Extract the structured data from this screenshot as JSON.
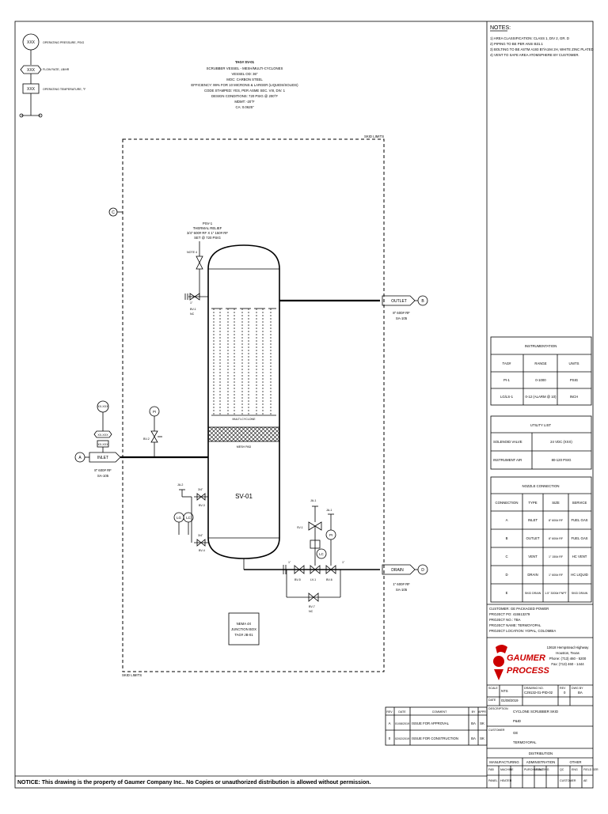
{
  "legend": {
    "pressure": "OPERATING PRESSURE, PSIG",
    "flow": "FLOW RATE, LB/HR",
    "temperature": "OPERATING TEMPERATURE, °F",
    "xxx": "XXX"
  },
  "tag_block": {
    "title": "TAG# SV-01",
    "lines": [
      "SCRUBBER VESSEL - MESH/MULTI-CYCLONES",
      "VESSEL OD: 36\"",
      "MOC: CARBON STEEL",
      "EFFICIENCY: 99% FOR 10 MICRONS & LARGER (LIQUIDS/SOLIDS)",
      "CODE STAMPED: YES, PER ASME SEC. VIII, DIV. 1",
      "DESIGN CONDITIONS: 720 PSIG @ 200°F",
      "MDMT: -20°F",
      "CA: 0.0625\""
    ]
  },
  "skid_labels": {
    "top": "SKID LIMITS",
    "bottom": "SKID LIMITS"
  },
  "psv": {
    "lines": [
      "PSV-1",
      "THERMAL RELIEF",
      "3/4\" 600# RF X 1\" 150# RF",
      "SET @ 720 PSIG"
    ],
    "note": "NOTE 4"
  },
  "vessel": {
    "label": "SV-01",
    "cyclones": "MULTI-CYCLONE",
    "mesh": "MESH PAD"
  },
  "connections": {
    "inlet": {
      "label": "INLET",
      "letter": "A",
      "spec": [
        "8\" 600# RF",
        "SA-105"
      ]
    },
    "outlet": {
      "label": "OUTLET",
      "letter": "B",
      "spec": [
        "8\" 600# RF",
        "SA-105"
      ]
    },
    "drain": {
      "label": "DRAIN",
      "letter": "D",
      "spec": [
        "1\" 600# RF",
        "SA-105"
      ]
    },
    "vent": {
      "letter": "C"
    },
    "skid_drain": {
      "letter": "E"
    }
  },
  "small_labels": {
    "bv1": "BV-1",
    "bv2": "BV-2",
    "bv3": "BV-3",
    "bv4": "BV-4",
    "bv5": "BV-5",
    "bv6": "BV-6",
    "bv7": "BV-7",
    "sv1": "SV-1",
    "lv1": "LV-1",
    "ja1": "JA-1",
    "ja2": "JA-2",
    "nc": "NC",
    "pi1": "PI",
    "lg": "LG",
    "lc": "LC",
    "half": "1/2\"",
    "threequarter": "3/4\"",
    "one": "1\"",
    "xx": "XX-XXX"
  },
  "jbox": {
    "lines": [
      "NEMA 4X",
      "JUNCTION BOX",
      "TAG# JB-01"
    ]
  },
  "notes": {
    "title": "NOTES:",
    "items": [
      "1) AREA CLASSIFICATION: CLASS 1, DIV 2, GR. D",
      "2) PIPING TO BE PER ANSI B31.1",
      "3) BOLTING TO BE ASTM A193 B7/A194 2H, WHITE ZINC PLATED",
      "4) VENT TO SAFE AREA ATOMSPHERE BY CUSTOMER."
    ]
  },
  "instrumentation": {
    "title": "INSTRUMENTATION",
    "headers": [
      "TAG#",
      "RANGE",
      "UNITS"
    ],
    "rows": [
      [
        "PI-1",
        "0-1000",
        "PSIG"
      ],
      [
        "LG/LS-1",
        "0-12 (ALARM @ 10)",
        "INCH"
      ]
    ]
  },
  "utility": {
    "title": "UTILITY LIST",
    "rows": [
      [
        "SOLENOID VALVE",
        "24 VDC (XXX)"
      ],
      [
        "INSTRUMENT AIR",
        "80-120 PSIG"
      ]
    ]
  },
  "nozzle": {
    "title": "NOZZLE CONNECTION",
    "headers": [
      "CONNECTION",
      "TYPE",
      "SIZE",
      "SERVICE"
    ],
    "rows": [
      [
        "A",
        "INLET",
        "8\" 600# RF",
        "FUEL GAS"
      ],
      [
        "B",
        "OUTLET",
        "8\" 600# RF",
        "FUEL GAS"
      ],
      [
        "C",
        "VENT",
        "1\" 150# RF",
        "HC VENT"
      ],
      [
        "D",
        "DRAIN",
        "1\" 600# RF",
        "HC LIQUID"
      ],
      [
        "E",
        "SKID DRAIN",
        "1.5\" 3000# FNPT",
        "SKID DRAIN"
      ]
    ]
  },
  "project": {
    "lines": [
      "CUSTOMER: GE PACKAGED POWER",
      "PROJECT PO: 415513279",
      "PROJECT NO.: TBA",
      "PROJECT NAME: TERMOYOPAL",
      "PROJECT LOCATION: YOPAL, COLOMBIA"
    ]
  },
  "company": {
    "logo_top": "GAUMER",
    "logo_bottom": "PROCESS",
    "address": [
      "13618 Hempstead Highway",
      "Houston, Texas",
      "Phone: (713) 460 - 5200",
      "Fax: (713) 460 - 1444"
    ]
  },
  "title_block": {
    "scale_label": "SCALE",
    "scale": "NTS",
    "drawing_label": "DRAWING NO.",
    "drawing": "C29132-01-PID-02",
    "rev_label": "REV",
    "rev": "0",
    "dwn_label": "DWG BY",
    "dwn": "BA",
    "date_label": "DATE",
    "date": "01/08/2019",
    "description_label": "DESCRIPTION",
    "description": [
      "CYCLONE SCRUBBER SKID",
      "P&ID"
    ],
    "customer_label": "CUSTOMER",
    "customer": [
      "GE",
      "TERMOYOPAL"
    ]
  },
  "revisions": {
    "headers": [
      "REV",
      "DATE",
      "COMMENT",
      "BY",
      "APPR"
    ],
    "rows": [
      [
        "A",
        "01/08/2019",
        "ISSUE FOR APPROVAL",
        "BA",
        "SK"
      ],
      [
        "0",
        "02/02/2019",
        "ISSUE FOR CONSTRUCTION",
        "BA",
        "SK"
      ]
    ]
  },
  "distribution": {
    "title": "DISTRIBUTION",
    "groups": [
      "MANUFACTURING",
      "ADMINISTRATION",
      "OTHER"
    ],
    "row1": [
      "FAB",
      "MACHINE",
      "PURCHASING",
      "ROUTING",
      "QC",
      "ENG",
      "FIELD SER"
    ],
    "row2": [
      "PANEL",
      "HEATER",
      "",
      "",
      "CUSTOMER",
      "AE"
    ]
  },
  "notice": "NOTICE:  This drawing is the property of Gaumer Company Inc..  No Copies or unauthorized distribution is allowed without permission."
}
